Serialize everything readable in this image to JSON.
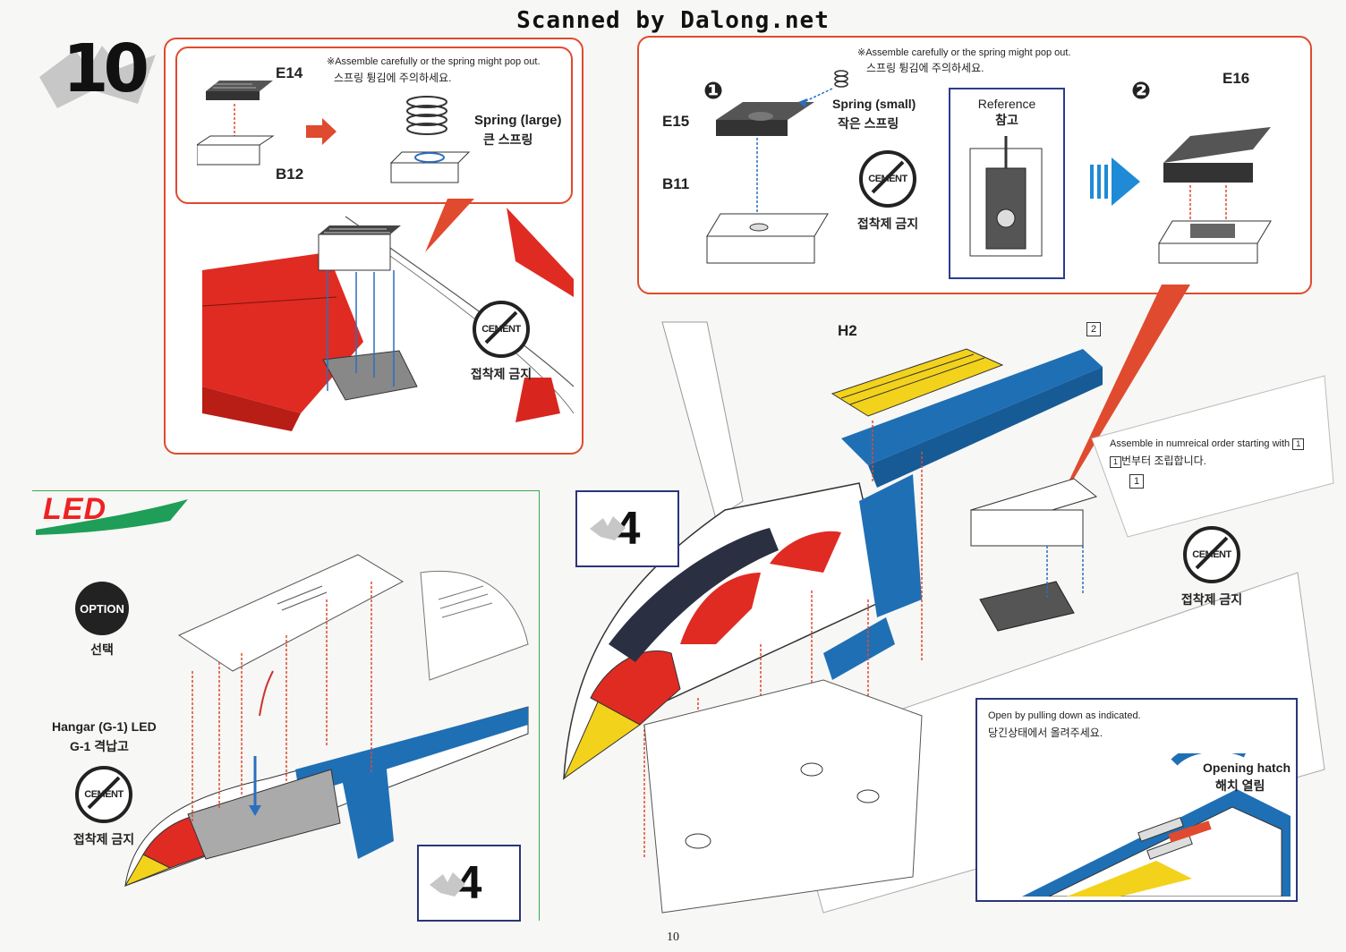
{
  "header": {
    "title": "Scanned by Dalong.net"
  },
  "page": {
    "number": "10"
  },
  "step": {
    "number": "10"
  },
  "panel_left": {
    "part_top": "E14",
    "part_bottom": "B12",
    "note_en": "※Assemble carefully or the spring might pop out.",
    "note_kr": "스프링 튕김에 주의하세요.",
    "spring_en": "Spring (large)",
    "spring_kr": "큰 스프링"
  },
  "panel_right": {
    "step1": "❶",
    "step2": "❷",
    "note_en": "※Assemble carefully or the spring might pop out.",
    "note_kr": "스프링 튕김에 주의하세요.",
    "part_e15": "E15",
    "part_b11": "B11",
    "part_e16": "E16",
    "spring_en": "Spring (small)",
    "spring_kr": "작은 스프링",
    "reference_en": "Reference",
    "reference_kr": "참고"
  },
  "cement": {
    "label": "CEMENT",
    "kr": "접착제 금지"
  },
  "option": {
    "label": "OPTION",
    "kr": "선택"
  },
  "led": {
    "logo": "LED"
  },
  "lower_left": {
    "hangar_en": "Hangar (G-1) LED",
    "hangar_kr": "G-1 격납고",
    "step_ref": "4"
  },
  "lower_right": {
    "part_h2": "H2",
    "order_1": "1",
    "order_2": "2",
    "order_note_en": "Assemble in numreical order starting with",
    "order_note_kr": "번부터 조립합니다.",
    "step_ref": "4",
    "hatch_note_en": "Open by pulling down as indicated.",
    "hatch_note_kr": "당긴상태에서 올려주세요.",
    "hatch_en": "Opening hatch",
    "hatch_kr": "해치 열림"
  },
  "colors": {
    "accent_red": "#e04a2e",
    "blue": "#1f6fb5",
    "navy": "#2a3578",
    "yellow": "#f3d21c"
  }
}
